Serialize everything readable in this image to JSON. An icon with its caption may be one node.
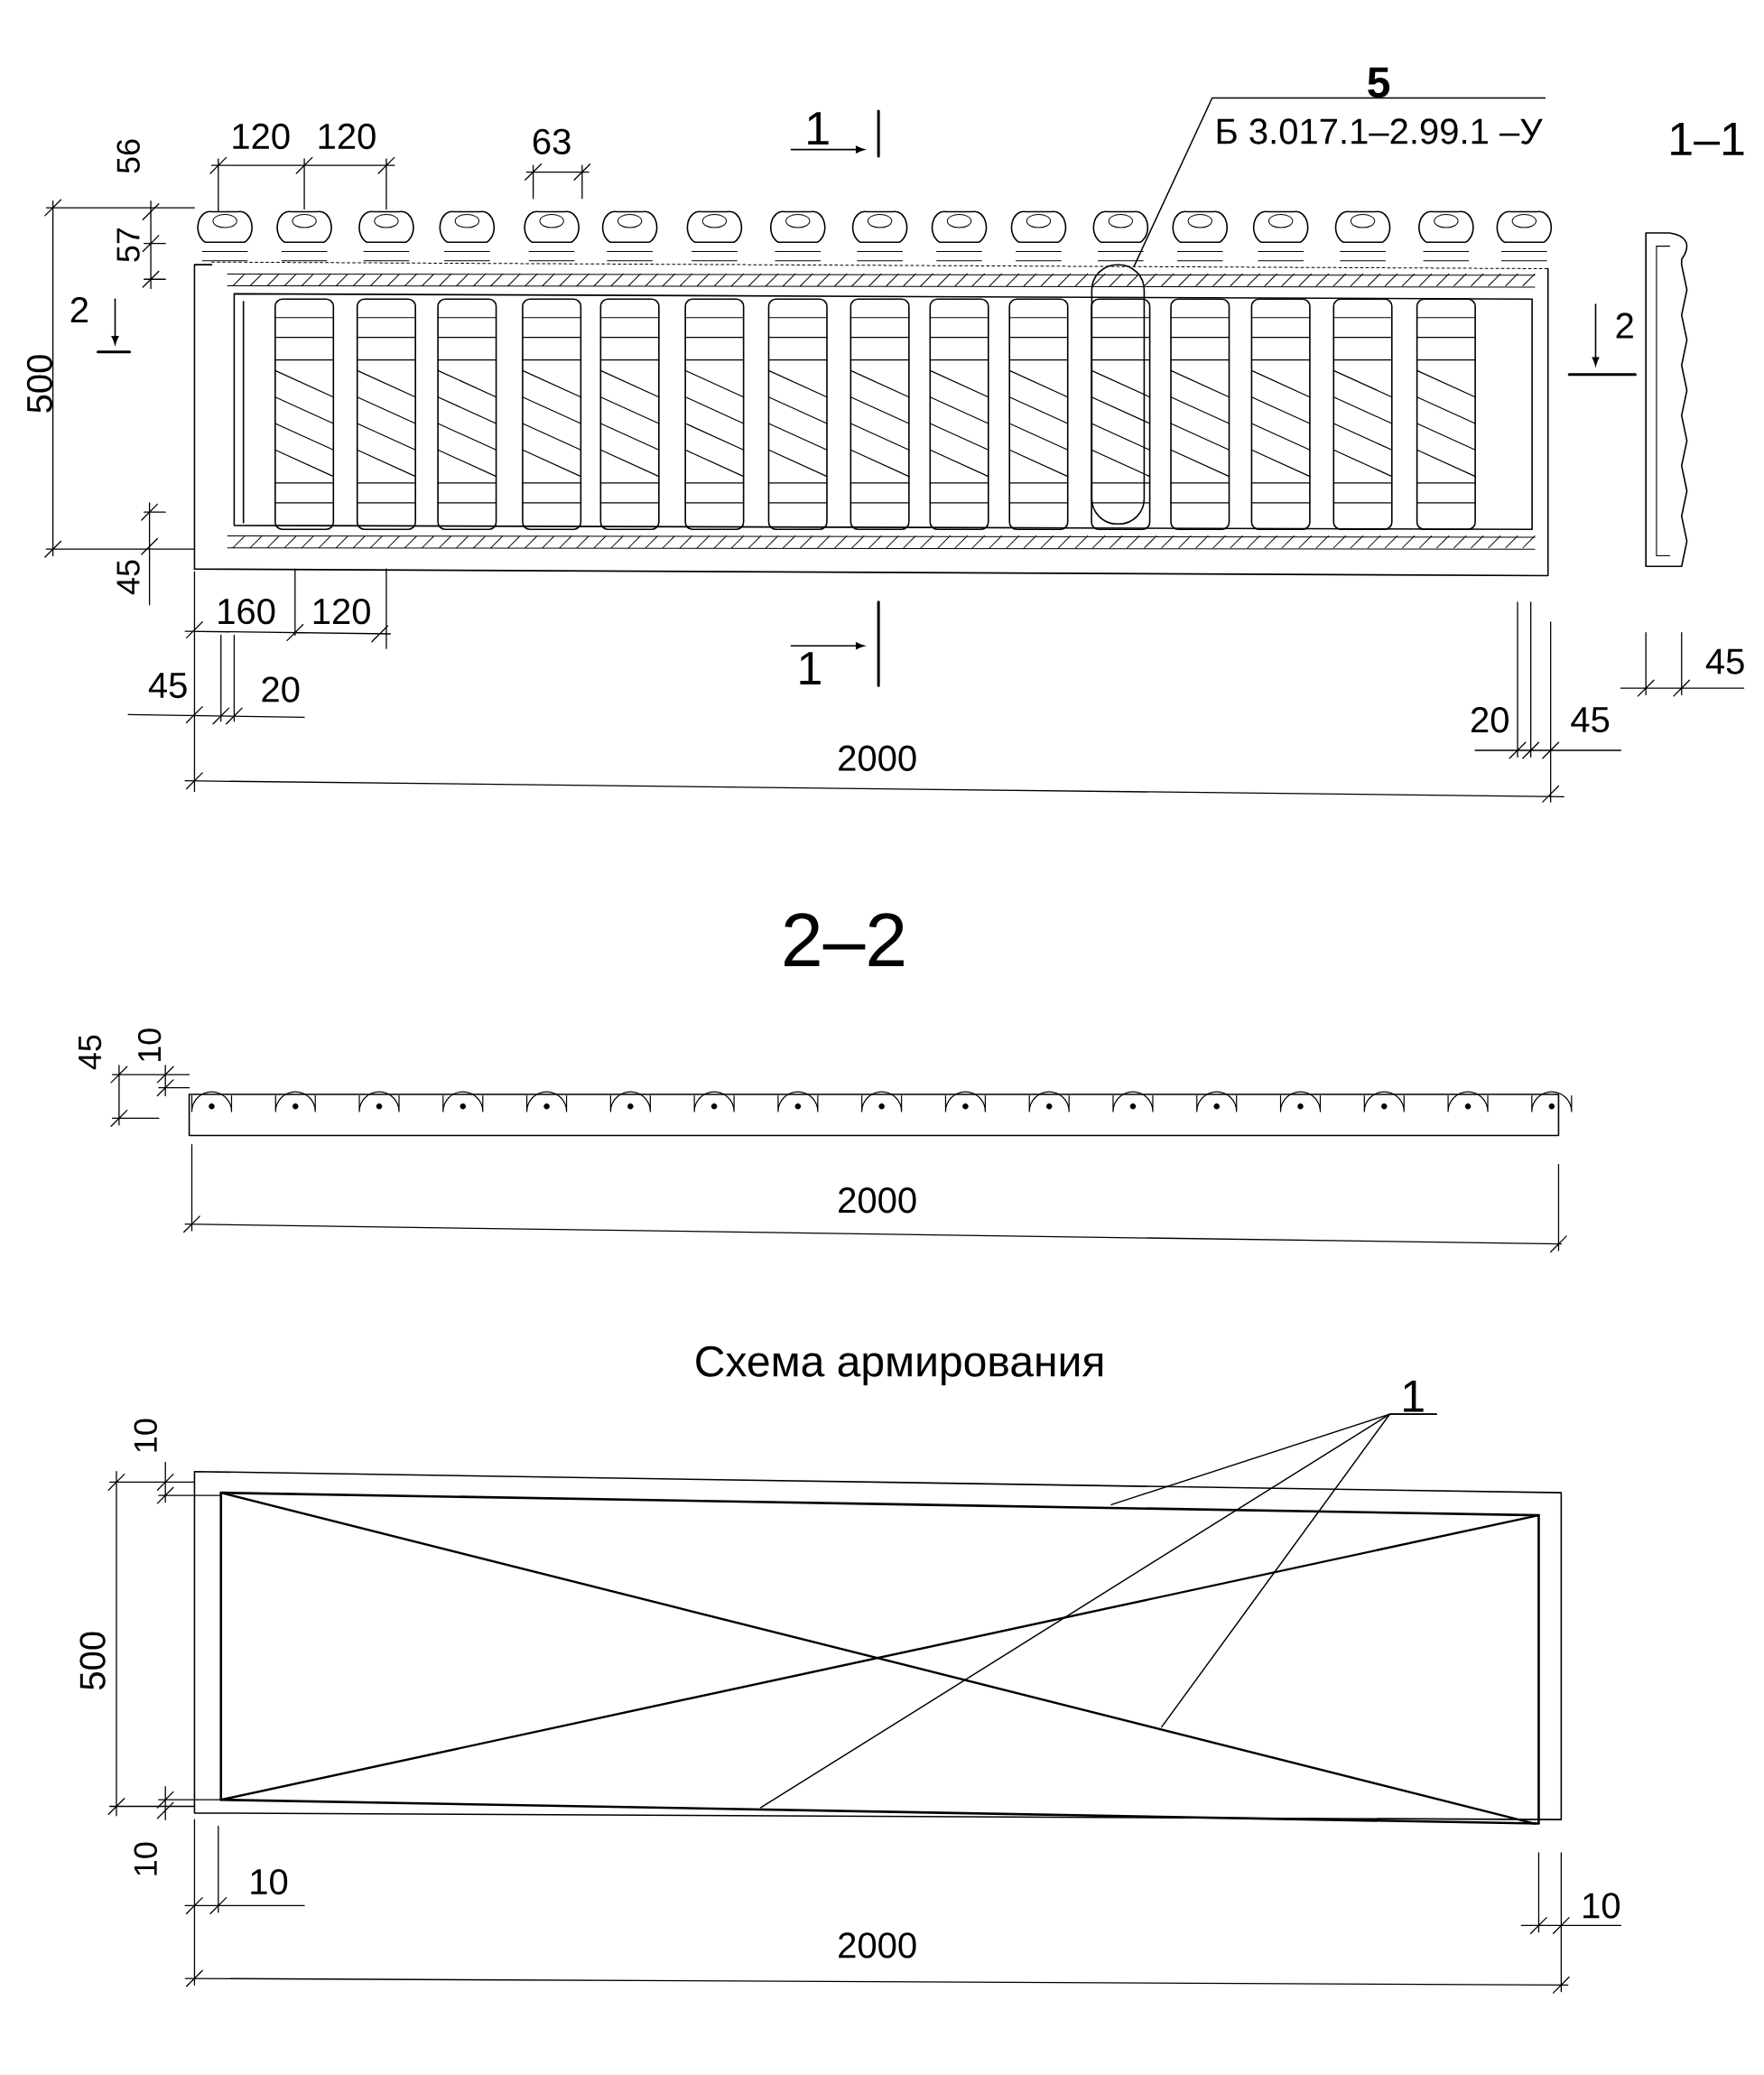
{
  "diagram": {
    "nodes": [
      {
        "text": [
          "5",
          "Б 3.017.1–2.99.1 –У"
        ]
      },
      {
        "text": [],
        "shape": "oval"
      },
      {
        "text": [
          "1"
        ]
      }
    ],
    "edges": [
      {
        "from": 0,
        "to": 1,
        "arrow": "none"
      },
      {
        "from": 2,
        "to": null,
        "arrow": "none"
      },
      {
        "from": 2,
        "to": null,
        "arrow": "none"
      },
      {
        "from": 2,
        "to": null,
        "arrow": "none"
      }
    ],
    "labels": [
      "120",
      "120",
      "63",
      "1",
      "1–1",
      "56",
      "57",
      "2",
      "2",
      "500",
      "45",
      "160",
      "120",
      "1",
      "45",
      "20",
      "45",
      "20",
      "45",
      "2000",
      "2–2",
      "45",
      "10",
      "2000",
      "Схема армирования",
      "10",
      "500",
      "10",
      "10",
      "10",
      "2000"
    ]
  }
}
